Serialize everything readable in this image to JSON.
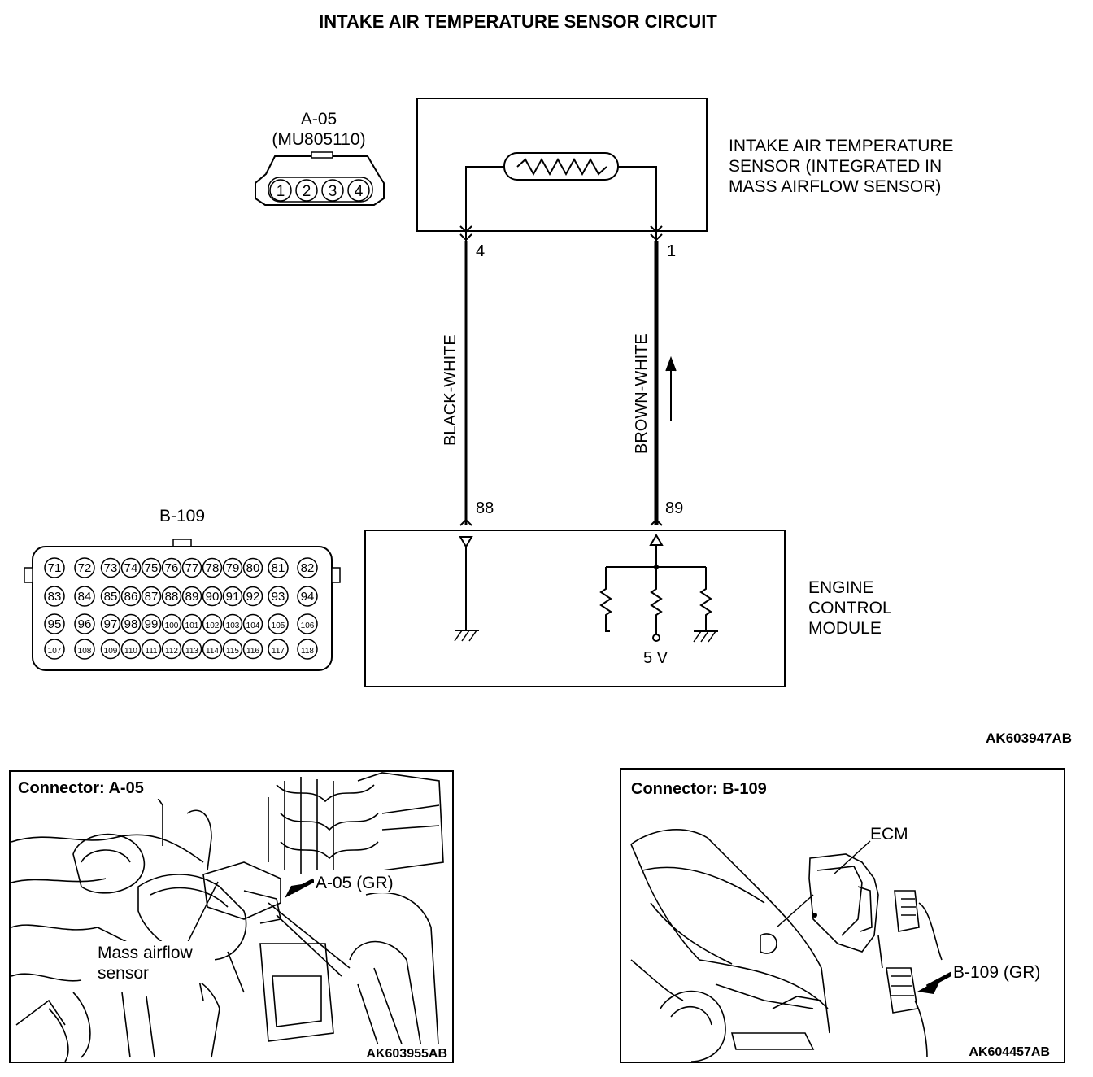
{
  "title": "INTAKE AIR TEMPERATURE SENSOR CIRCUIT",
  "connector_a05": {
    "id": "A-05",
    "part": "(MU805110)",
    "pins": [
      "1",
      "2",
      "3",
      "4"
    ]
  },
  "sensor": {
    "lines": [
      "INTAKE AIR TEMPERATURE",
      "SENSOR (INTEGRATED IN",
      "MASS AIRFLOW SENSOR)"
    ],
    "pin_left": "4",
    "pin_right": "1"
  },
  "wires": {
    "left": "BLACK-WHITE",
    "right": "BROWN-WHITE"
  },
  "ecm": {
    "lines": [
      "ENGINE",
      "CONTROL",
      "MODULE"
    ],
    "pin_left": "88",
    "pin_right": "89",
    "voltage": "5 V"
  },
  "connector_b109": {
    "id": "B-109",
    "rows": [
      [
        "71",
        "72",
        "73",
        "74",
        "75",
        "76",
        "77",
        "78",
        "79",
        "80",
        "81",
        "82"
      ],
      [
        "83",
        "84",
        "85",
        "86",
        "87",
        "88",
        "89",
        "90",
        "91",
        "92",
        "93",
        "94"
      ],
      [
        "95",
        "96",
        "97",
        "98",
        "99",
        "100",
        "101",
        "102",
        "103",
        "104",
        "105",
        "106"
      ],
      [
        "107",
        "108",
        "109",
        "110",
        "111",
        "112",
        "113",
        "114",
        "115",
        "116",
        "117",
        "118"
      ]
    ]
  },
  "figure_code": "AK603947AB",
  "photo_a05": {
    "title": "Connector: A-05",
    "callout": "A-05 (GR)",
    "label_lines": [
      "Mass airflow",
      "sensor"
    ],
    "code": "AK603955AB"
  },
  "photo_b109": {
    "title": "Connector: B-109",
    "ecm_label": "ECM",
    "callout": "B-109 (GR)",
    "code": "AK604457AB"
  }
}
